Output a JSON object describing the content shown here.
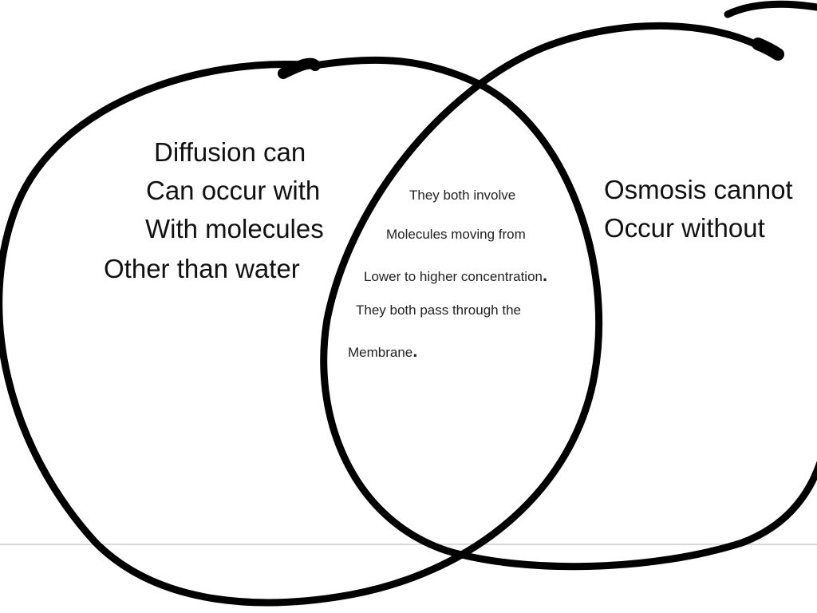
{
  "left_region": {
    "lines": [
      "Diffusion can",
      "Can occur with",
      "With molecules",
      "Other than water"
    ]
  },
  "overlap_region": {
    "lines": [
      "They both involve",
      "Molecules moving from",
      "Lower to higher concentration",
      "They both pass through the",
      "Membrane"
    ],
    "period": "."
  },
  "right_region": {
    "lines": [
      "Osmosis cannot",
      "Occur without"
    ]
  },
  "colors": {
    "ink": "#000000",
    "background": "#ffffff",
    "divider": "#d8d8d8"
  }
}
